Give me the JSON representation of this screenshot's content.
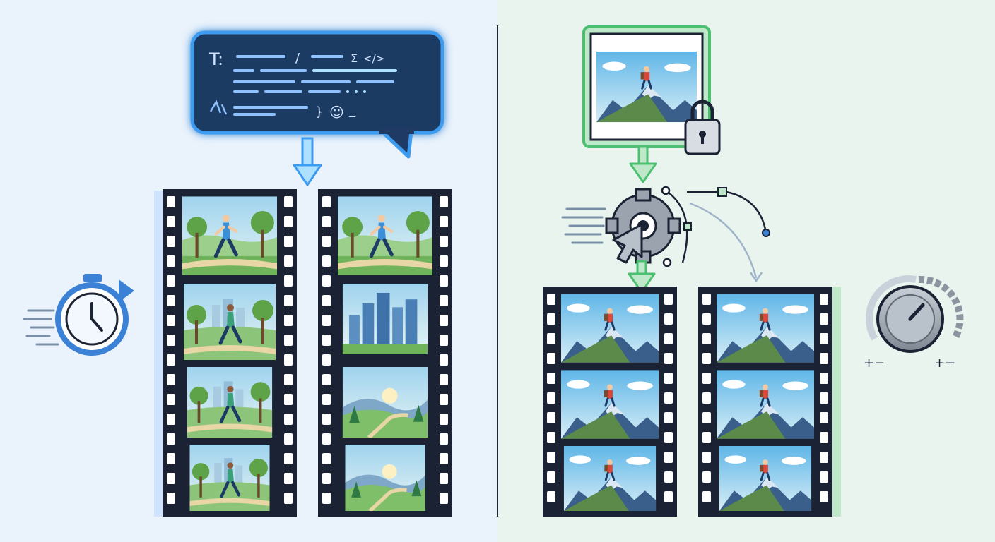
{
  "colors": {
    "left_bg": "#eaf2fb",
    "right_bg": "#e9f4ee",
    "prompt_glow": "#3d9bf0",
    "prompt_fill": "#1f3a64",
    "arrow_blue": "#3d9bf0",
    "arrow_green": "#4cc070",
    "film_dark": "#1b2233",
    "timer_blue": "#3b82d6"
  },
  "prompt_box": {
    "glyphs": {
      "text_icon": "T:",
      "slash": "/",
      "sigma": "Σ",
      "code": "</>",
      "brace": "}",
      "smile": "☺",
      "underscore": "_"
    }
  },
  "icons": {
    "text_prompt": "speech-bubble-icon",
    "timer": "stopwatch-icon",
    "reference_image": "locked-image-icon",
    "processor": "gear-cursor-icon",
    "control_knob": "dial-knob-icon"
  },
  "knob": {
    "left_label": "+−",
    "right_label": "+−"
  },
  "left_filmstrips": [
    {
      "frames": [
        "runner-park",
        "runner-city-park",
        "runner-city-park",
        "runner-city-park"
      ]
    },
    {
      "frames": [
        "runner-park",
        "city-skyline",
        "hills-landscape",
        "hills-landscape"
      ]
    }
  ],
  "right_filmstrips": [
    {
      "frames": [
        "hiker-summit",
        "hiker-summit",
        "hiker-summit"
      ]
    },
    {
      "frames": [
        "hiker-summit",
        "hiker-summit",
        "hiker-summit"
      ]
    }
  ]
}
